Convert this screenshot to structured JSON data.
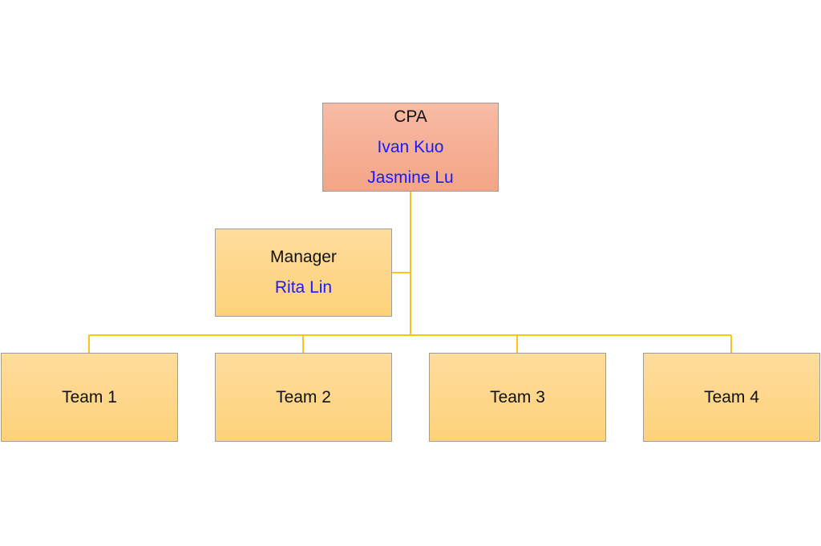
{
  "chart": {
    "top": {
      "role": "CPA",
      "people": [
        "Ivan Kuo",
        "Jasmine Lu"
      ]
    },
    "assistant": {
      "role": "Manager",
      "people": [
        "Rita Lin"
      ]
    },
    "teams": [
      {
        "label": "Team 1"
      },
      {
        "label": "Team 2"
      },
      {
        "label": "Team 3"
      },
      {
        "label": "Team 4"
      }
    ]
  },
  "colors": {
    "connector": "#fcc419",
    "top_fill": "#f4a586",
    "box_fill": "#fdd27a",
    "name_text": "#1a1aff"
  }
}
